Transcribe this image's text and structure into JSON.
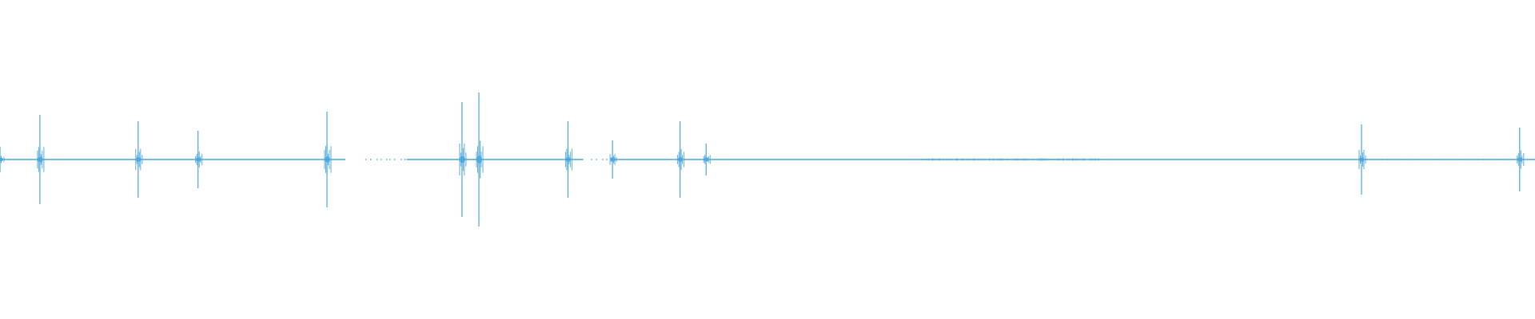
{
  "waveform": {
    "color": "#4aa6de",
    "background": "#ffffff",
    "continuous_segments": [
      [
        0.0,
        0.225
      ],
      [
        0.265,
        0.38
      ],
      [
        0.4,
        0.46
      ],
      [
        0.462,
        1.0
      ]
    ],
    "dotted_segments": [
      [
        0.238,
        0.265
      ],
      [
        0.385,
        0.4
      ],
      [
        0.89,
        0.985
      ]
    ],
    "noise_band": [
      0.6,
      0.72
    ],
    "transients": [
      {
        "t": 0.0,
        "amp": 0.04
      },
      {
        "t": 0.026,
        "amp": 0.14
      },
      {
        "t": 0.09,
        "amp": 0.12
      },
      {
        "t": 0.129,
        "amp": 0.09
      },
      {
        "t": 0.213,
        "amp": 0.15
      },
      {
        "t": 0.301,
        "amp": 0.18
      },
      {
        "t": 0.312,
        "amp": 0.21
      },
      {
        "t": 0.37,
        "amp": 0.12
      },
      {
        "t": 0.399,
        "amp": 0.06
      },
      {
        "t": 0.443,
        "amp": 0.12
      },
      {
        "t": 0.46,
        "amp": 0.05
      },
      {
        "t": 0.887,
        "amp": 0.11
      },
      {
        "t": 0.99,
        "amp": 0.1
      }
    ]
  }
}
